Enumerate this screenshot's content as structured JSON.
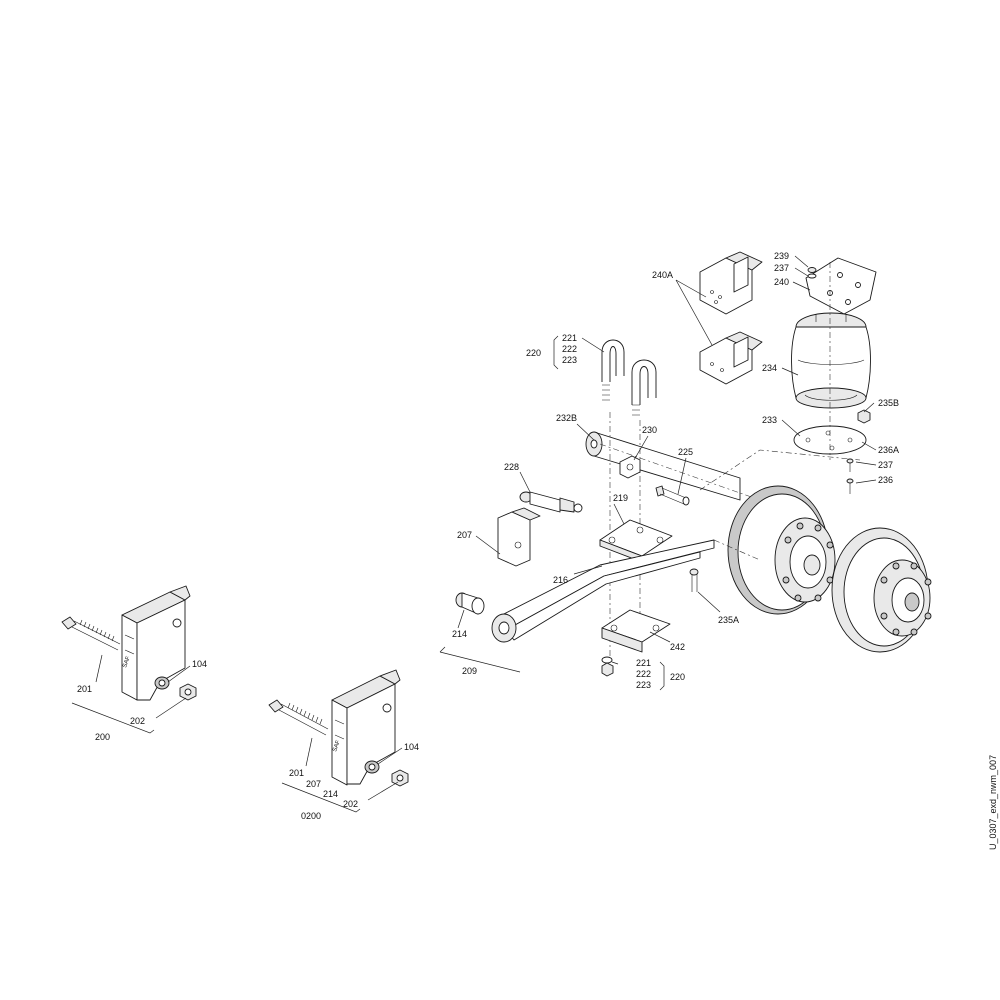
{
  "drawing": {
    "code": "U_0307_exd_nwm_007"
  },
  "labels": {
    "p240A": "240A",
    "p239": "239",
    "p237_top": "237",
    "p240": "240",
    "p234": "234",
    "p235B": "235B",
    "p233": "233",
    "p236A": "236A",
    "p237": "237",
    "p236": "236",
    "p220_top": "220",
    "p221_top": "221",
    "p222_top": "222",
    "p223_top": "223",
    "p232B": "232B",
    "p230": "230",
    "p225": "225",
    "p228": "228",
    "p219": "219",
    "p207": "207",
    "p216": "216",
    "p235A": "235A",
    "p214": "214",
    "p242": "242",
    "p209": "209",
    "p221_bot": "221",
    "p222_bot": "222",
    "p223_bot": "223",
    "p220_bot": "220",
    "p201_left": "201",
    "p104_left": "104",
    "p202_left": "202",
    "p200": "200",
    "p201_mid": "201",
    "p104_mid": "104",
    "p207_mid": "207",
    "p214_mid": "214",
    "p202_mid": "202",
    "p0200": "0200"
  }
}
